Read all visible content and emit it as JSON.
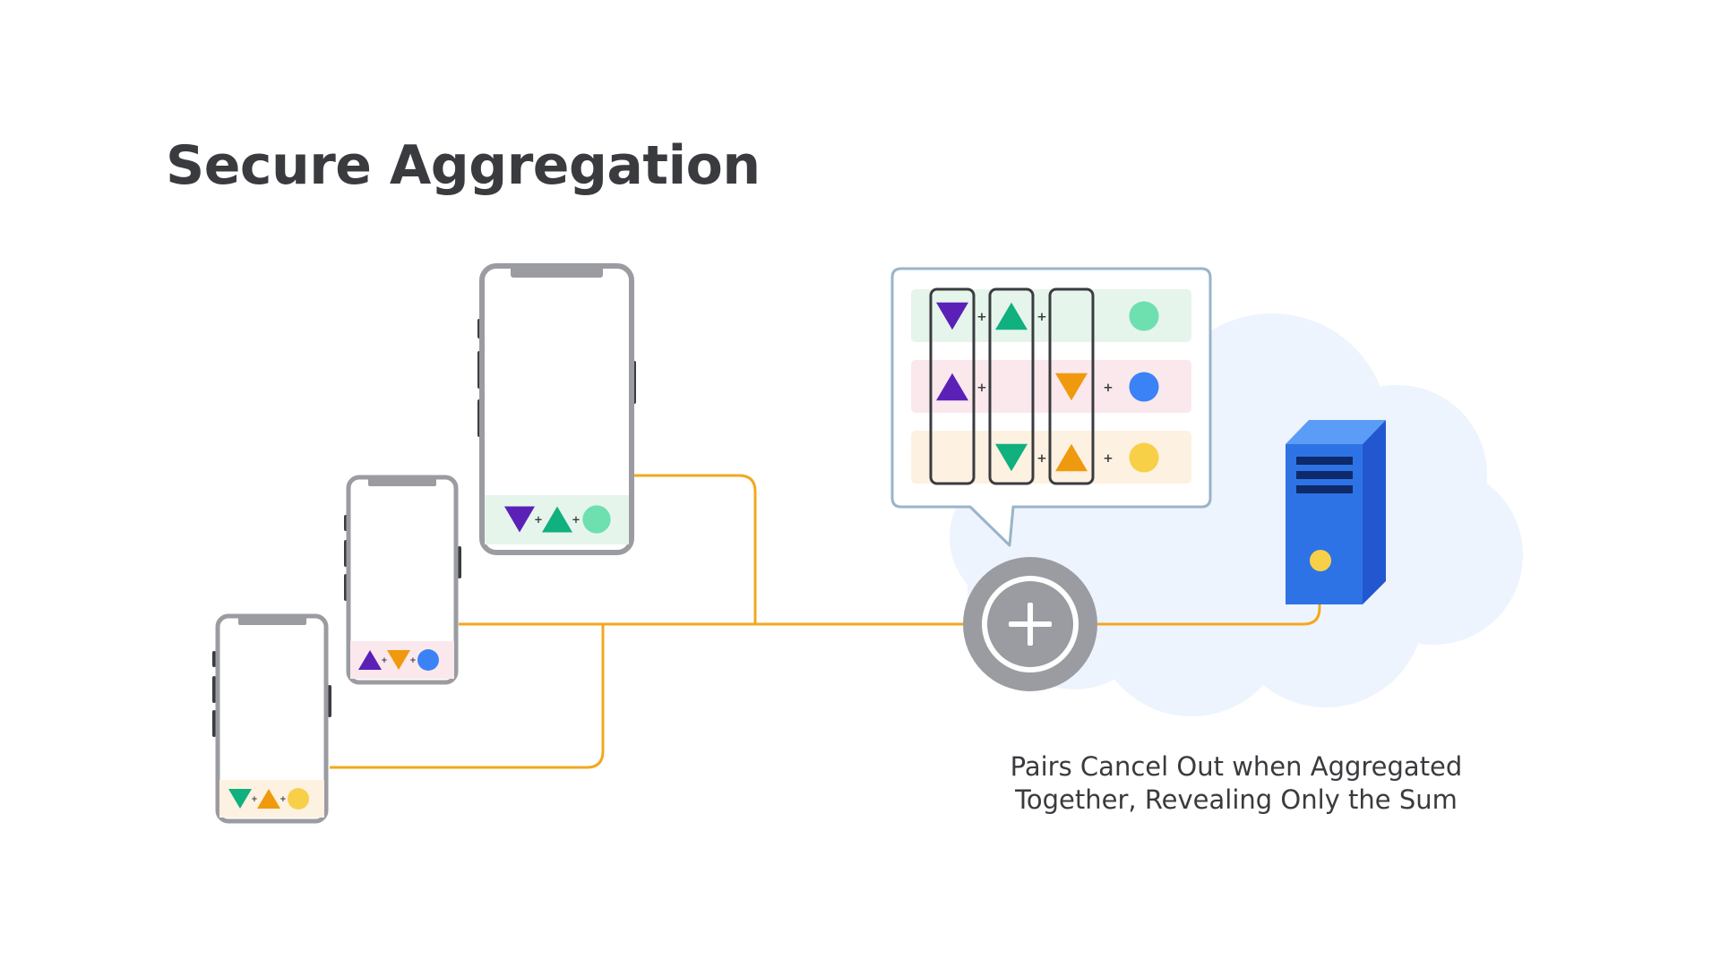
{
  "title": "Secure Aggregation",
  "caption": {
    "line1": "Pairs Cancel Out when Aggregated",
    "line2": "Together, Revealing Only the Sum"
  },
  "colors": {
    "purple": "#5b21b6",
    "green": "#10b07f",
    "orange": "#ef9a0e",
    "light_green": "#6ee0b0",
    "blue": "#3b82f6",
    "yellow": "#f7d047",
    "wire": "#f2a81f",
    "phone_frame": "#9b9ca1",
    "cloud": "#eef4fd",
    "server_front": "#2e73e6",
    "server_side": "#2257cf",
    "server_top": "#5b9cf6"
  },
  "devices": [
    {
      "id": "device-large",
      "tokens": [
        "purple-down",
        "+",
        "green-up",
        "+",
        "light-green-circle"
      ],
      "band": "#e6f5ec"
    },
    {
      "id": "device-medium",
      "tokens": [
        "purple-up",
        "+",
        "orange-down",
        "+",
        "blue-circle"
      ],
      "band": "#fbe8ec"
    },
    {
      "id": "device-small",
      "tokens": [
        "green-down",
        "+",
        "orange-up",
        "+",
        "yellow-circle"
      ],
      "band": "#fdf1e1"
    }
  ],
  "matrix": {
    "plus": "+",
    "rows": [
      {
        "band": "#e6f5ec",
        "cells": [
          "purple-down",
          "green-up",
          "",
          "light-green-circle"
        ]
      },
      {
        "band": "#fbe8ec",
        "cells": [
          "purple-up",
          "",
          "orange-down",
          "blue-circle"
        ]
      },
      {
        "band": "#fdf1e1",
        "cells": [
          "",
          "green-down",
          "orange-up",
          "yellow-circle"
        ]
      }
    ]
  },
  "aggregator": {
    "icon": "plus-circle-icon"
  },
  "server": {
    "icon": "server-icon",
    "result": "yellow-circle"
  }
}
